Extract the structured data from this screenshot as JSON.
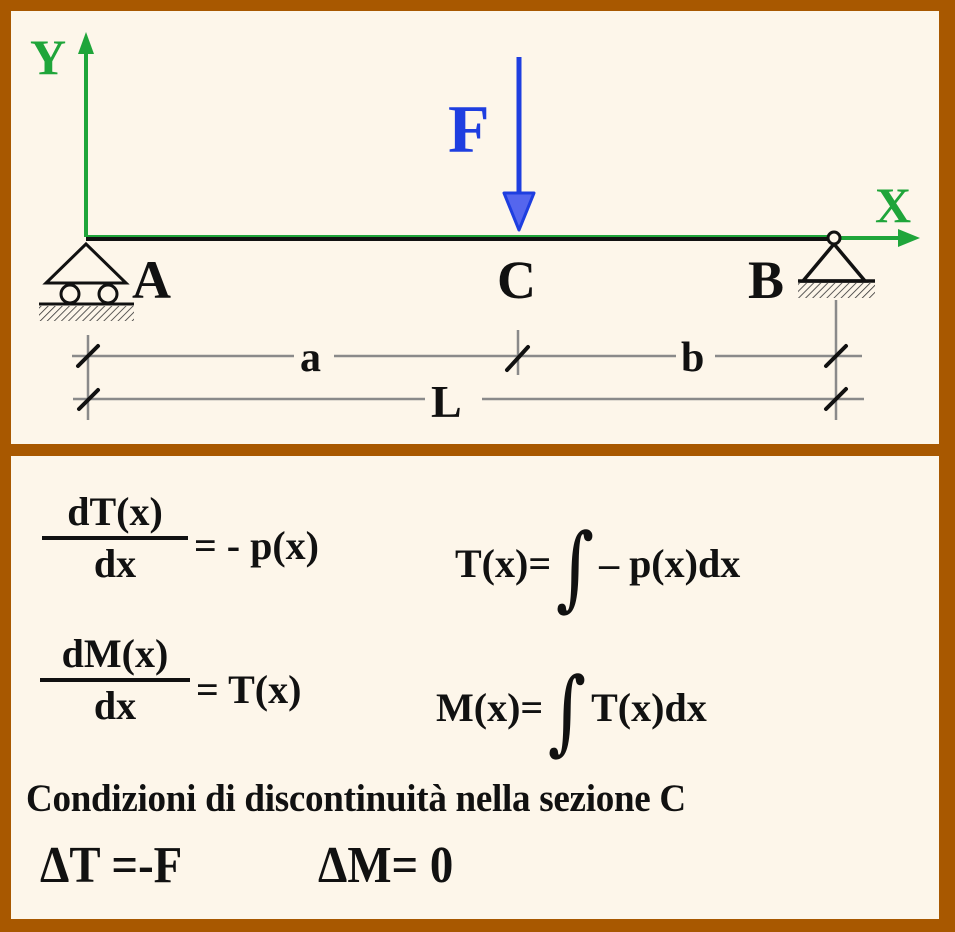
{
  "colors": {
    "frame": "#a85800",
    "background": "#fdf6ea",
    "axis_green": "#1fa53a",
    "force_blue": "#1e3ee0",
    "dimension_gray": "#8a8a8a",
    "ink": "#111111"
  },
  "diagram": {
    "axis_y_label": "Y",
    "axis_x_label": "X",
    "force_label": "F",
    "point_a_label": "A",
    "point_b_label": "B",
    "point_c_label": "C",
    "dim_a_label": "a",
    "dim_b_label": "b",
    "dim_total_label": "L",
    "support_a_type": "roller-support",
    "support_b_type": "pin-support"
  },
  "formulas": {
    "row1_left": {
      "numerator": "dT(x)",
      "denominator": "dx",
      "rhs": "= - p(x)"
    },
    "row1_right": {
      "lhs": "T(x)=",
      "integral": "∫",
      "rhs": "– p(x)dx"
    },
    "row2_left": {
      "numerator": "dM(x)",
      "denominator": "dx",
      "rhs": "= T(x)"
    },
    "row2_right": {
      "lhs": "M(x)=",
      "integral": "∫",
      "rhs": "T(x)dx"
    }
  },
  "conditions": {
    "title": "Condizioni di discontinuità nella sezione C",
    "delta_t": "ΔT =-F",
    "delta_m": "ΔM= 0"
  }
}
